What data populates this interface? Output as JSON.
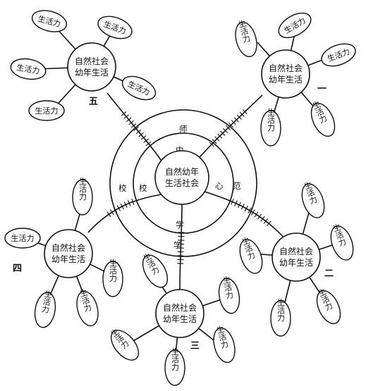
{
  "center": {
    "line1": "自然幼年",
    "line2": "生活社会"
  },
  "rings": {
    "outer_top": "师",
    "outer_right": "范",
    "outer_left": "校",
    "outer_bottom": "学",
    "inner_top": "中",
    "inner_right": "心",
    "inner_left": "校",
    "inner_bottom": "学"
  },
  "hubs": [
    {
      "line1": "自然社会",
      "line2": "幼年生活",
      "number": "一"
    },
    {
      "line1": "自然社会",
      "line2": "幼年生活",
      "number": "二"
    },
    {
      "line1": "自然社会",
      "line2": "幼年生活",
      "number": "三"
    },
    {
      "line1": "自然社会",
      "line2": "幼年生活",
      "number": "四"
    },
    {
      "line1": "自然社会",
      "line2": "幼年生活",
      "number": "五"
    }
  ],
  "leaf_label": "生活力",
  "colors": {
    "ink": "#111111",
    "background": "#ffffff"
  }
}
